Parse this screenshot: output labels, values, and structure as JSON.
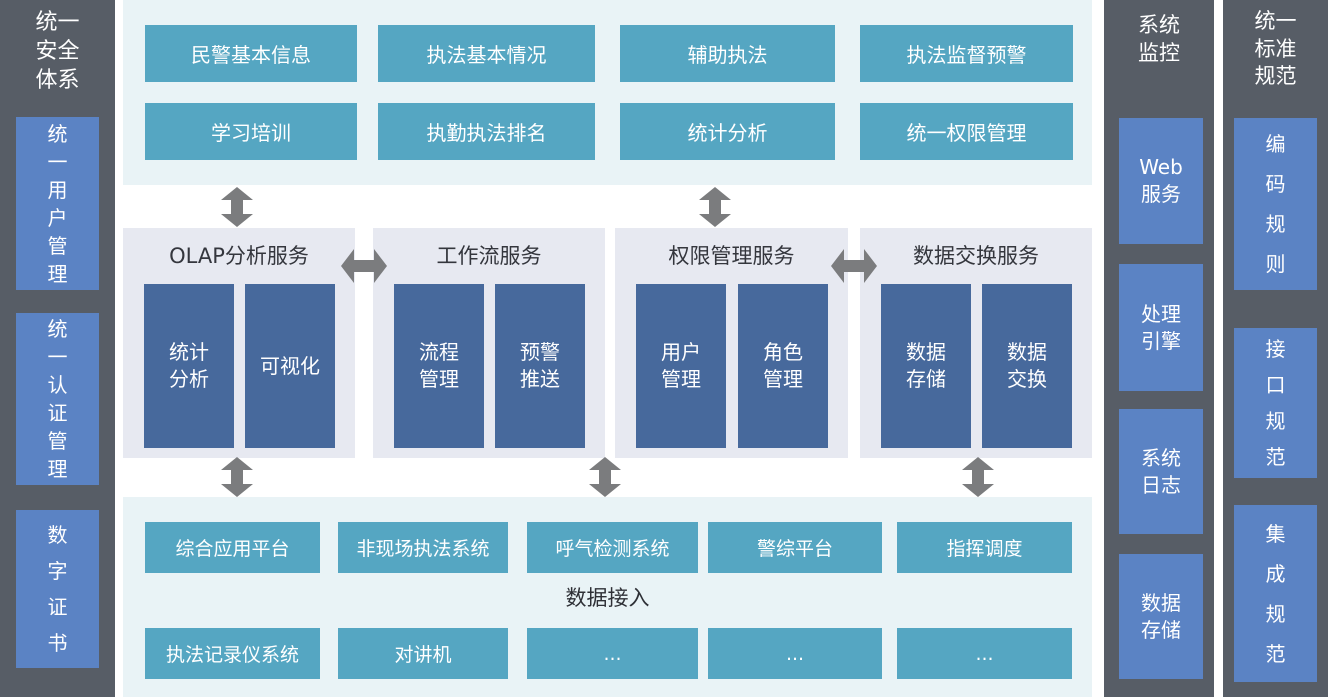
{
  "colors": {
    "sidebar_bg": "#575d66",
    "sidebar_item_blue": "#5b83c4",
    "teal_box": "#55a6c2",
    "section_bg_cyan": "#e9f3f6",
    "group_bg_lavender": "#e7e9f1",
    "inner_box_blue": "#47699c",
    "arrow_gray": "#7b7c7e",
    "title_text_dark": "#34363d",
    "box_text_white": "#ffffff"
  },
  "security_sidebar": {
    "title": "统一\n安全\n体系",
    "items": [
      "统一用户管理",
      "统一认证管理",
      "数字证书"
    ]
  },
  "top_section": {
    "buttons": [
      "民警基本信息",
      "执法基本情况",
      "辅助执法",
      "执法监督预警",
      "学习培训",
      "执勤执法排名",
      "统计分析",
      "统一权限管理"
    ]
  },
  "middle_section": {
    "groups": [
      {
        "title": "OLAP分析服务",
        "children": [
          "统计\n分析",
          "可视化"
        ]
      },
      {
        "title": "工作流服务",
        "children": [
          "流程\n管理",
          "预警\n推送"
        ]
      },
      {
        "title": "权限管理服务",
        "children": [
          "用户\n管理",
          "角色\n管理"
        ]
      },
      {
        "title": "数据交换服务",
        "children": [
          "数据\n存储",
          "数据\n交换"
        ]
      }
    ]
  },
  "bottom_section": {
    "row1": [
      "综合应用平台",
      "非现场执法系统",
      "呼气检测系统",
      "警综平台",
      "指挥调度"
    ],
    "label": "数据接入",
    "row2": [
      "执法记录仪系统",
      "对讲机",
      "...",
      "...",
      "..."
    ]
  },
  "monitor_sidebar": {
    "title": "系统\n监控",
    "items": [
      "Web\n服务",
      "处理\n引擎",
      "系统\n日志",
      "数据\n存储"
    ]
  },
  "standards_sidebar": {
    "title": "统一\n标准\n规范",
    "items": [
      "编码规则",
      "接口规范",
      "集成规范"
    ]
  }
}
